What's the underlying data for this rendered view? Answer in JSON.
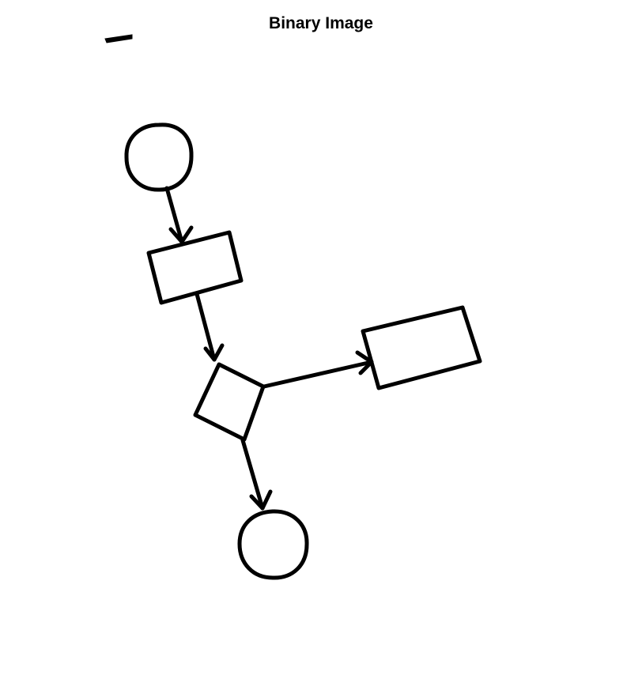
{
  "figure": {
    "title": "Binary Image"
  },
  "colors": {
    "background": "#ffffff",
    "ink": "#000000"
  },
  "diagram": {
    "nodes": [
      {
        "id": "start",
        "shape": "circle"
      },
      {
        "id": "process-1",
        "shape": "rectangle"
      },
      {
        "id": "decision",
        "shape": "diamond"
      },
      {
        "id": "process-2",
        "shape": "rectangle"
      },
      {
        "id": "end",
        "shape": "circle"
      }
    ],
    "edges": [
      {
        "from": "start",
        "to": "process-1"
      },
      {
        "from": "process-1",
        "to": "decision"
      },
      {
        "from": "decision",
        "to": "process-2"
      },
      {
        "from": "decision",
        "to": "end"
      }
    ]
  }
}
